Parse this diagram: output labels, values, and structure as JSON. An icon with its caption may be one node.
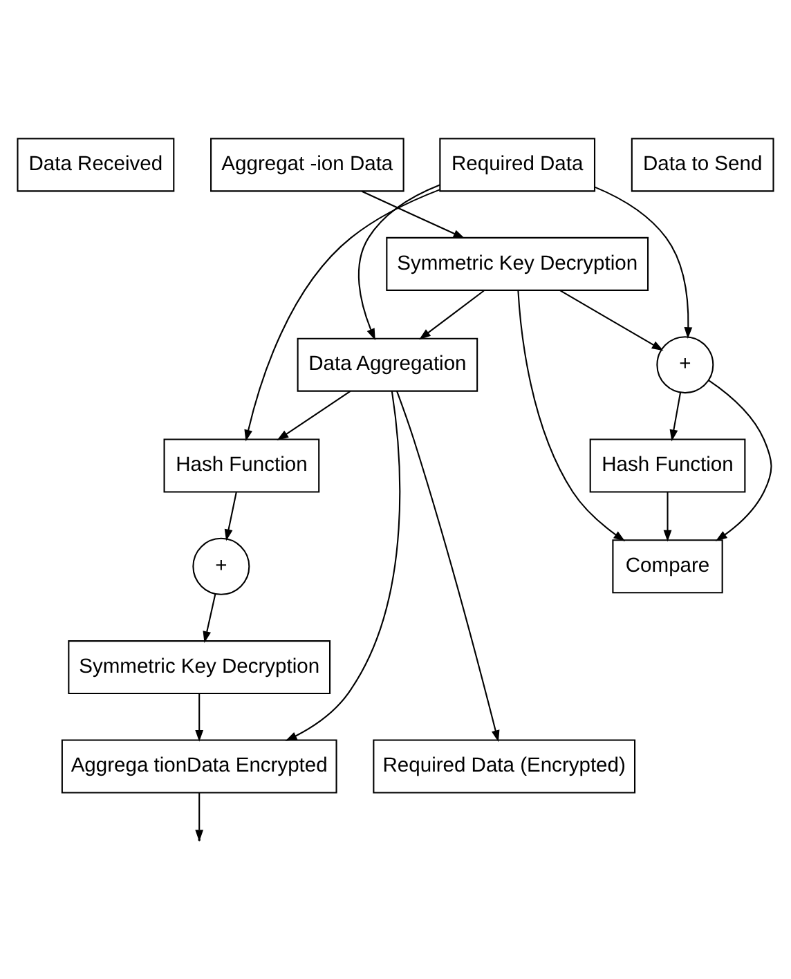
{
  "diagram": {
    "nodes": [
      {
        "text": [
          "Data Received"
        ]
      },
      {
        "text": [
          "Aggregat -ion Data"
        ]
      },
      {
        "text": [
          "Required Data"
        ]
      },
      {
        "text": [
          "Symmetric Key Decryption"
        ]
      },
      {
        "text": [
          "+"
        ]
      },
      {
        "text": [
          "Hash Function"
        ]
      },
      {
        "text": [
          "Compare"
        ]
      },
      {
        "text": [
          "Data Aggregation"
        ]
      },
      {
        "text": [
          "Hash Function"
        ]
      },
      {
        "text": [
          "+"
        ]
      },
      {
        "text": [
          "Symmetric Key Decryption"
        ]
      },
      {
        "text": [
          "Data to Send"
        ]
      },
      {
        "text": [
          "Aggrega tionData Encrypted"
        ]
      },
      {
        "text": [
          "Required Data (Encrypted)"
        ]
      }
    ],
    "edges": [
      {
        "from": 1,
        "to": 3,
        "arrow": "to"
      },
      {
        "from": 2,
        "to": 4,
        "arrow": "to"
      },
      {
        "from": 3,
        "to": 4,
        "arrow": "to"
      },
      {
        "from": 4,
        "to": 5,
        "arrow": "to"
      },
      {
        "from": 4,
        "to": 6,
        "arrow": "to"
      },
      {
        "from": 3,
        "to": 6,
        "arrow": "to"
      },
      {
        "from": 3,
        "to": 7,
        "arrow": "to"
      },
      {
        "from": 5,
        "to": 6,
        "arrow": "to"
      },
      {
        "from": 2,
        "to": 7,
        "arrow": "to"
      },
      {
        "from": 2,
        "to": 8,
        "arrow": "to"
      },
      {
        "from": 7,
        "to": 8,
        "arrow": "to"
      },
      {
        "from": 8,
        "to": 9,
        "arrow": "to"
      },
      {
        "from": 9,
        "to": 10,
        "arrow": "to"
      },
      {
        "from": 7,
        "to": 12,
        "arrow": "to"
      },
      {
        "from": 7,
        "to": 13,
        "arrow": "to"
      },
      {
        "from": 10,
        "to": 12,
        "arrow": "to"
      },
      {
        "from": 12,
        "to": null,
        "arrow": "to"
      }
    ]
  }
}
